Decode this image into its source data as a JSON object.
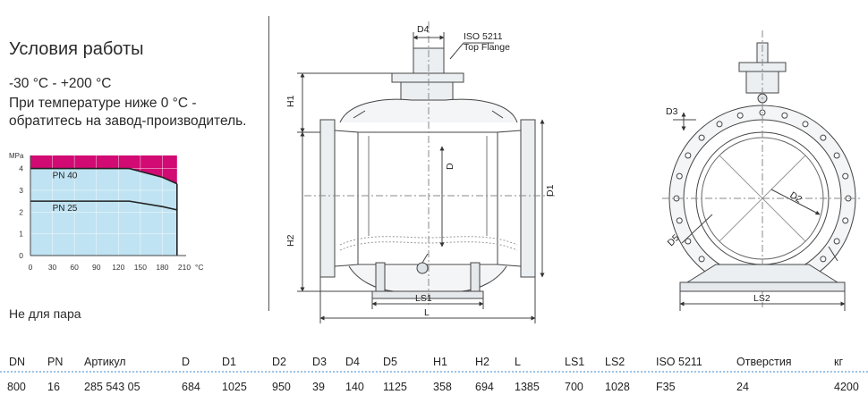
{
  "conditions": {
    "title": "Условия работы",
    "temp_range": "-30 °C - +200 °C",
    "note_line1": "При температуре ниже 0 °C -",
    "note_line2": "обратитесь на завод-производитель.",
    "steam_note": "Не для пара"
  },
  "chart_data": {
    "type": "area",
    "ylabel": "MPa",
    "xlabel": "°C",
    "x_ticks": [
      0,
      30,
      60,
      90,
      120,
      150,
      180,
      210
    ],
    "y_ticks": [
      0,
      1,
      2,
      3,
      4
    ],
    "xlim": [
      0,
      210
    ],
    "ylim": [
      0,
      4.6
    ],
    "series": [
      {
        "name": "PN 40",
        "x": [
          0,
          135,
          180,
          200
        ],
        "y": [
          4.0,
          4.0,
          3.6,
          3.3
        ]
      },
      {
        "name": "PN 25",
        "x": [
          0,
          135,
          180,
          200
        ],
        "y": [
          2.5,
          2.5,
          2.25,
          2.1
        ]
      }
    ],
    "colors": {
      "region_allowed": "#bfe3f2",
      "region_exceeded": "#d20a73",
      "line": "#222222"
    }
  },
  "drawing": {
    "labels": {
      "d4": "D4",
      "iso_line1": "ISO 5211",
      "iso_line2": "Top Flange",
      "h1": "H1",
      "h2": "H2",
      "d": "D",
      "d1": "D1",
      "ls1": "LS1",
      "l": "L",
      "d3": "D3",
      "d2": "D2",
      "d5": "D5",
      "ls2": "LS2"
    }
  },
  "table": {
    "headers": [
      "DN",
      "PN",
      "Артикул",
      "D",
      "D1",
      "D2",
      "D3",
      "D4",
      "D5",
      "H1",
      "H2",
      "L",
      "LS1",
      "LS2",
      "ISO 5211",
      "Отверстия",
      "кг"
    ],
    "rows": [
      [
        "800",
        "16",
        "285 543 05",
        "684",
        "1025",
        "950",
        "39",
        "140",
        "1125",
        "358",
        "694",
        "1385",
        "700",
        "1028",
        "F35",
        "24",
        "4200"
      ]
    ]
  }
}
